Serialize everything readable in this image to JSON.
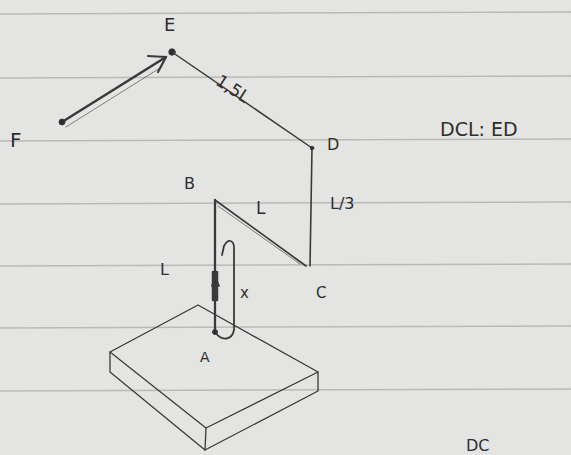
{
  "diagram": {
    "labels": [
      "E",
      "1,5L",
      "F",
      "D",
      "DCL: ED",
      "B",
      "L",
      "L/3",
      "L",
      "x",
      "C",
      "A",
      "DC"
    ]
  }
}
